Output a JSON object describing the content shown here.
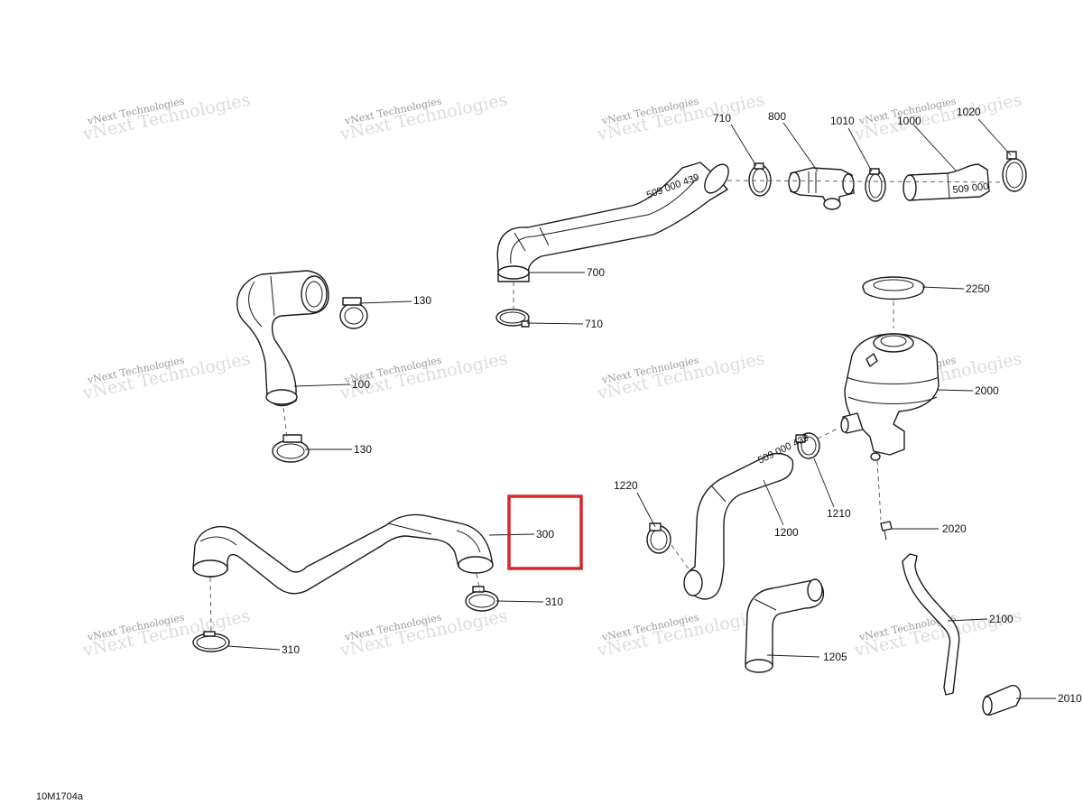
{
  "callouts": {
    "c710a": "710",
    "c800": "800",
    "c1010": "1010",
    "c1000": "1000",
    "c1020": "1020",
    "c700": "700",
    "c710b": "710",
    "c130a": "130",
    "c100": "100",
    "c130b": "130",
    "c2250": "2250",
    "c2000": "2000",
    "c1220": "1220",
    "c1200": "1200",
    "c1210": "1210",
    "c2020": "2020",
    "c300": "300",
    "c310a": "310",
    "c310b": "310",
    "c2100": "2100",
    "c1205": "1205",
    "c2010": "2010"
  },
  "hose_marking": "509 000 439",
  "hose_marking_short": "509 000",
  "watermark": {
    "line1": "vNext Technologies",
    "line2": "vNext Technologies"
  },
  "figure_ref": "10M1704a",
  "highlight": {
    "target": "300",
    "color": "#d8262c"
  }
}
